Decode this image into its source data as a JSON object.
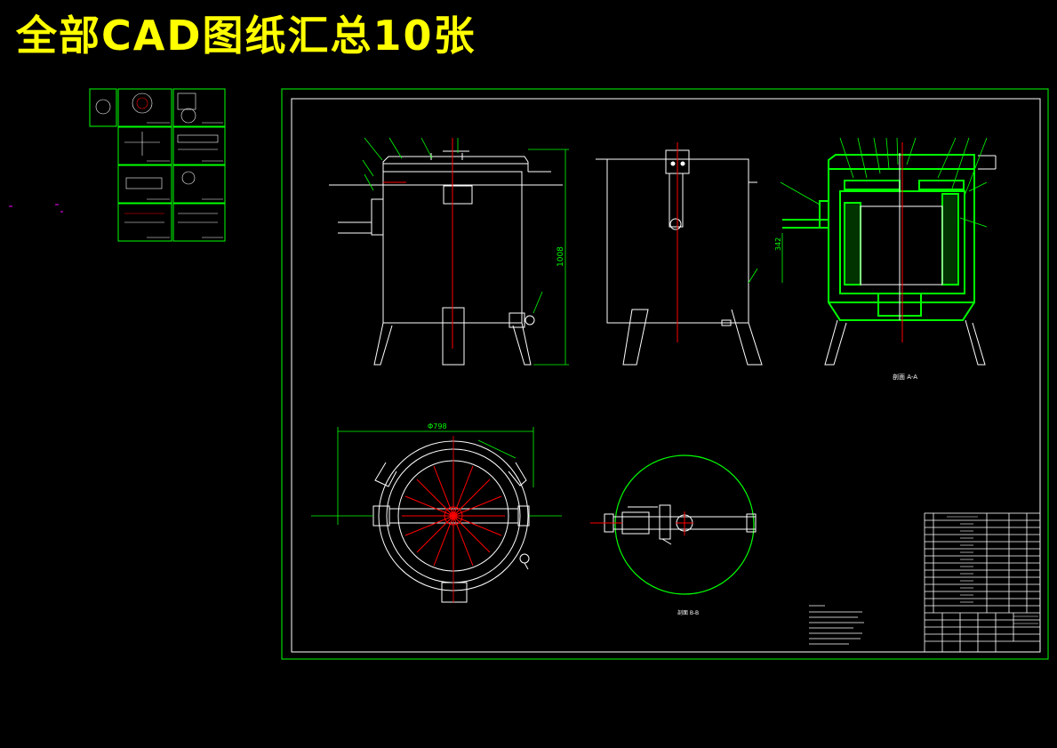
{
  "title": "全部CAD图纸汇总10张",
  "colors": {
    "background": "#000000",
    "title": "#ffff00",
    "frame": "#00ff00",
    "outline": "#ffffff",
    "centerline": "#ff0000",
    "section": "#00ff00"
  },
  "labels": {
    "section_aa": "剖面 A-A",
    "section_bb": "剖面 B-B",
    "dim_height": "1008",
    "dim_diameter": "Φ798",
    "dim_pipe": "342"
  },
  "views": [
    {
      "name": "front-view"
    },
    {
      "name": "side-view"
    },
    {
      "name": "section-a-a"
    },
    {
      "name": "top-view"
    },
    {
      "name": "section-b-b"
    }
  ]
}
